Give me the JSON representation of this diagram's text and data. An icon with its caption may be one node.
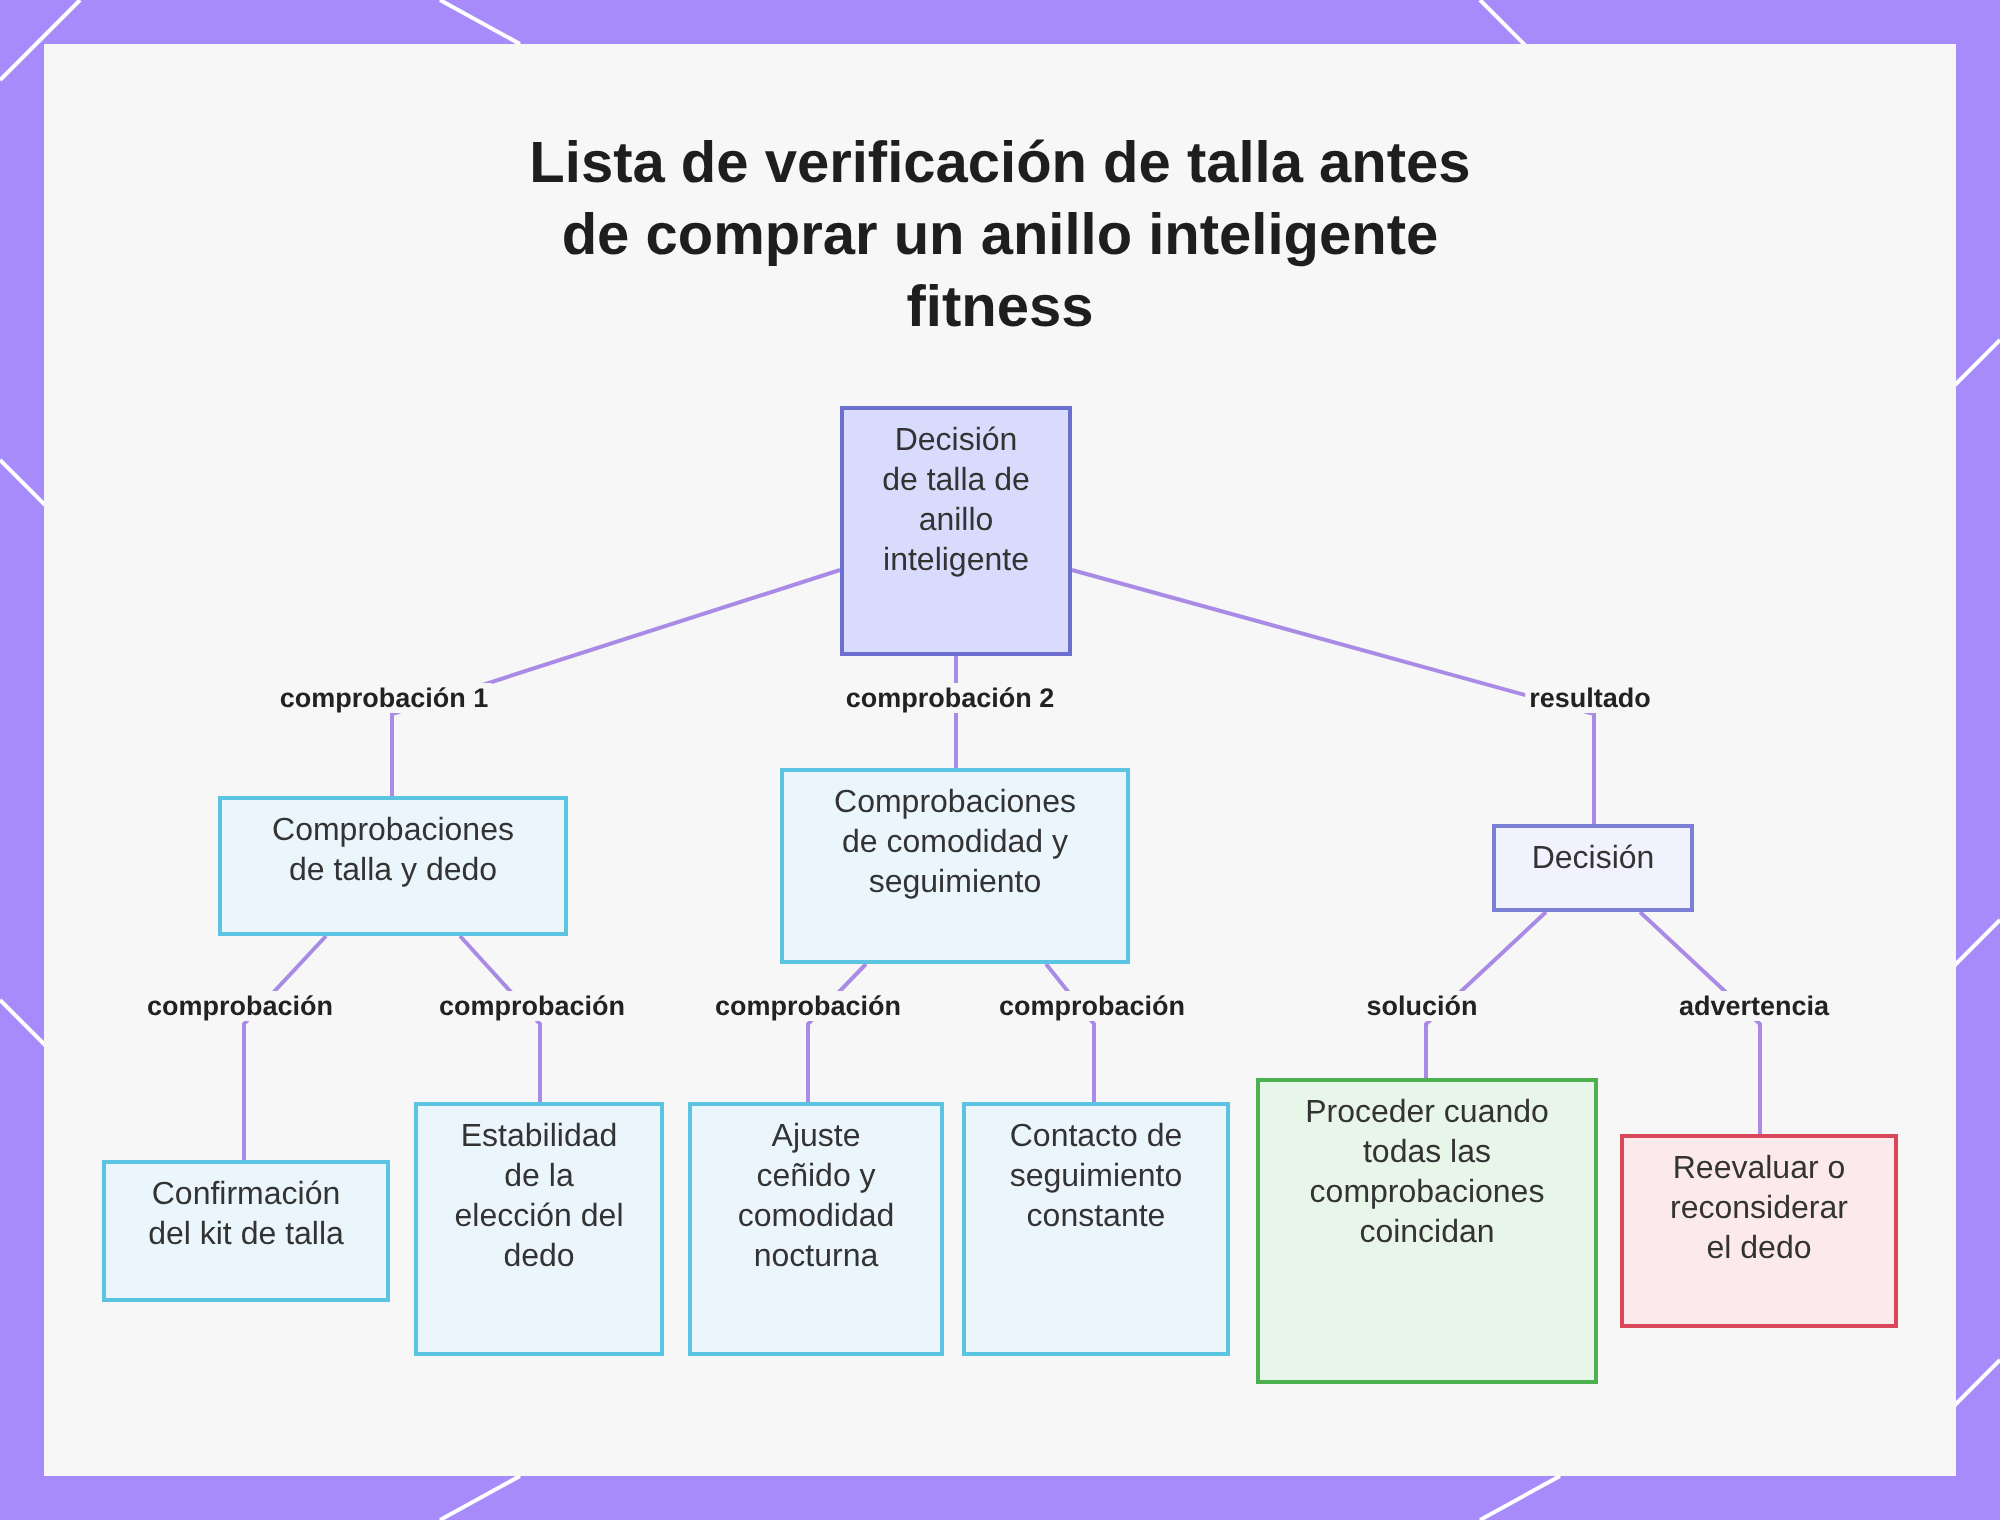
{
  "diagram": {
    "title": "Lista de verificación de talla antes de comprar un anillo inteligente fitness",
    "nodes": [
      {
        "text": [
          "Decisión de talla de anillo inteligente"
        ]
      },
      {
        "text": [
          "Comprobaciones de talla y dedo"
        ]
      },
      {
        "text": [
          "Comprobaciones de comodidad y seguimiento"
        ]
      },
      {
        "text": [
          "Decisión"
        ]
      },
      {
        "text": [
          "Confirmación del kit de talla"
        ]
      },
      {
        "text": [
          "Estabilidad de la elección del dedo"
        ]
      },
      {
        "text": [
          "Ajuste ceñido y comodidad nocturna"
        ]
      },
      {
        "text": [
          "Contacto de seguimiento constante"
        ]
      },
      {
        "text": [
          "Proceder cuando todas las comprobaciones coincidan"
        ]
      },
      {
        "text": [
          "Reevaluar o reconsiderar el dedo"
        ]
      }
    ],
    "edges": [
      {
        "from": 0,
        "to": 1,
        "arrow": "none",
        "label": "comprobación 1"
      },
      {
        "from": 0,
        "to": 2,
        "arrow": "none",
        "label": "comprobación 2"
      },
      {
        "from": 0,
        "to": 3,
        "arrow": "none",
        "label": "resultado"
      },
      {
        "from": 1,
        "to": 4,
        "arrow": "none",
        "label": "comprobación"
      },
      {
        "from": 1,
        "to": 5,
        "arrow": "none",
        "label": "comprobación"
      },
      {
        "from": 2,
        "to": 6,
        "arrow": "none",
        "label": "comprobación"
      },
      {
        "from": 2,
        "to": 7,
        "arrow": "none",
        "label": "comprobación"
      },
      {
        "from": 3,
        "to": 8,
        "arrow": "none",
        "label": "solución"
      },
      {
        "from": 3,
        "to": 9,
        "arrow": "none",
        "label": "advertencia"
      }
    ]
  }
}
